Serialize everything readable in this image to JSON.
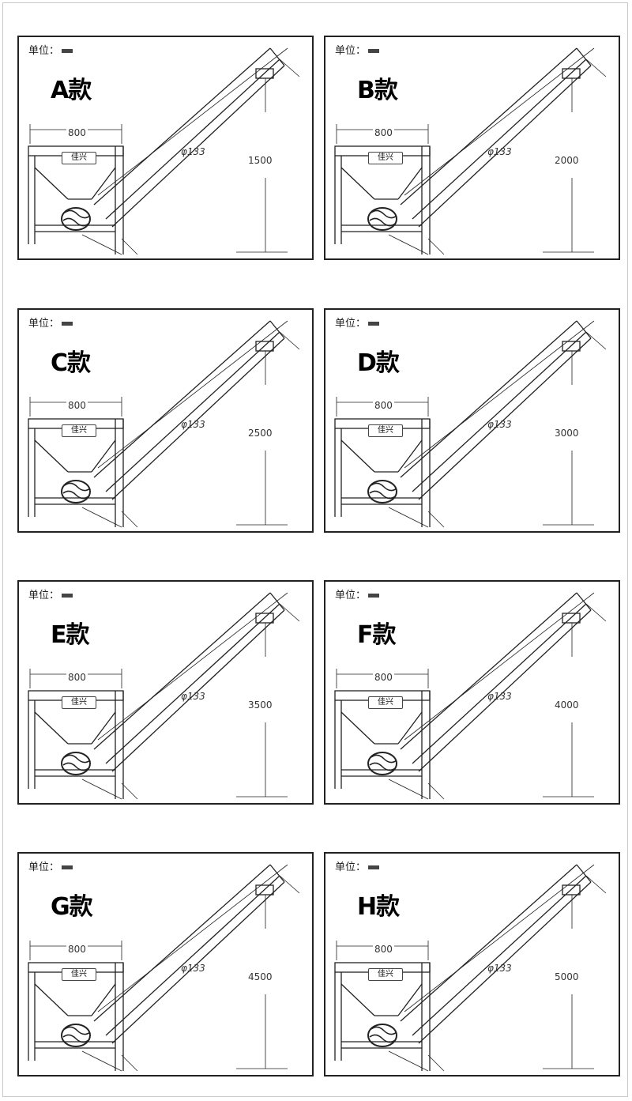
{
  "unit_label": "单位：",
  "width_label": "800",
  "diameter_label": "φ133",
  "logo_text": "佳兴",
  "panels": [
    {
      "title": "A款",
      "height": "1500"
    },
    {
      "title": "B款",
      "height": "2000"
    },
    {
      "title": "C款",
      "height": "2500"
    },
    {
      "title": "D款",
      "height": "3000"
    },
    {
      "title": "E款",
      "height": "3500"
    },
    {
      "title": "F款",
      "height": "4000"
    },
    {
      "title": "G款",
      "height": "4500"
    },
    {
      "title": "H款",
      "height": "5000"
    }
  ]
}
